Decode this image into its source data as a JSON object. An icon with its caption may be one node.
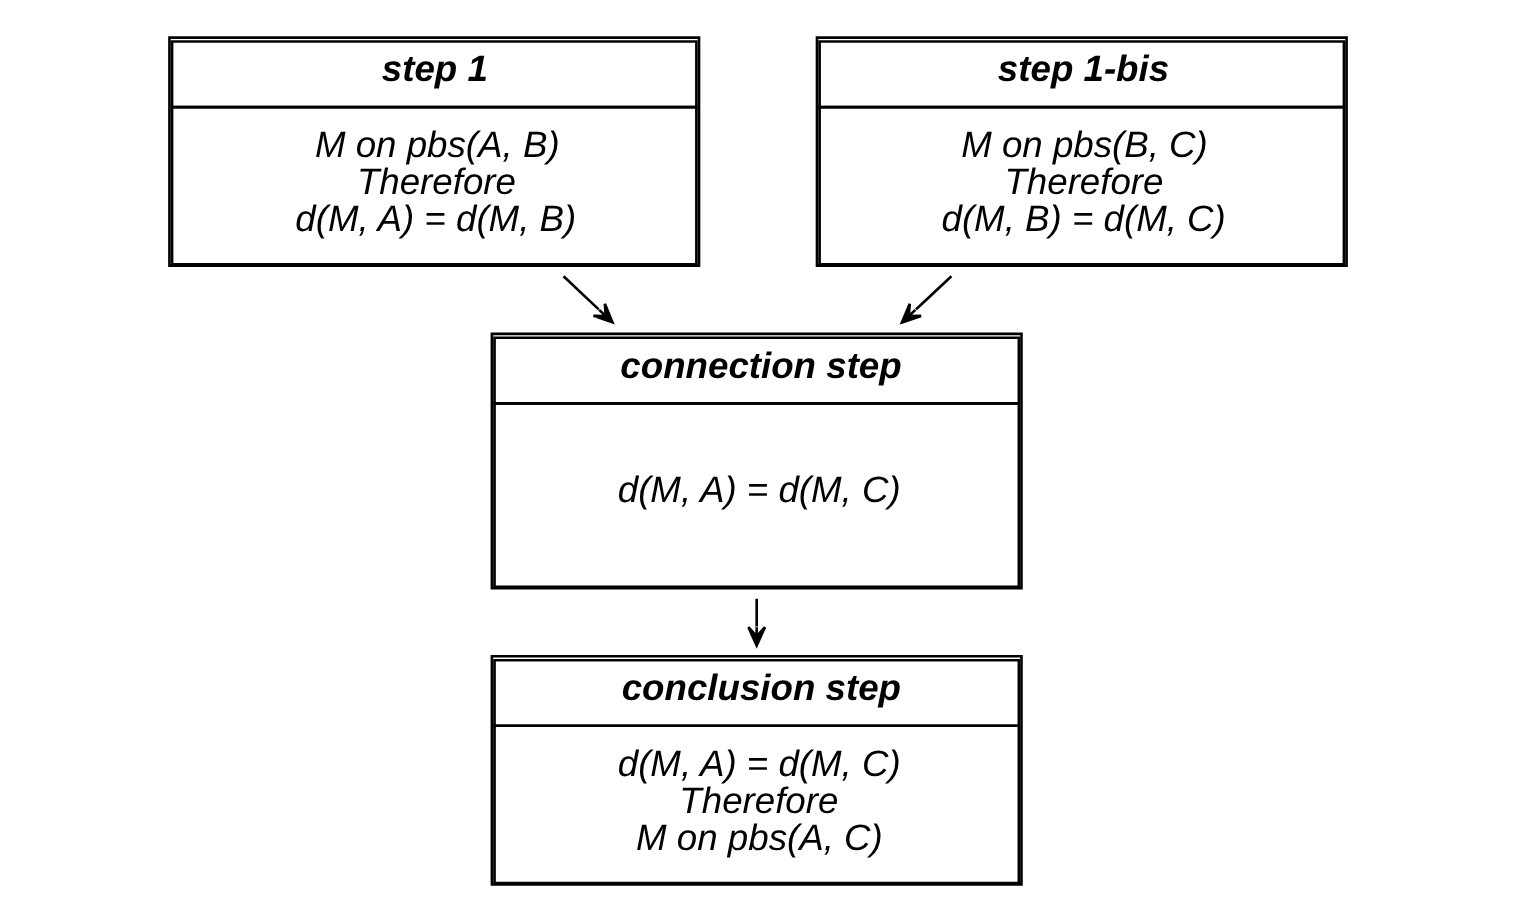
{
  "diagram": {
    "nodes": [
      {
        "text": [
          "step 1",
          "M on pbs(A, B)",
          "Therefore",
          "d(M, A) = d(M, B)"
        ]
      },
      {
        "text": [
          "step 1-bis",
          "M on pbs(B, C)",
          "Therefore",
          "d(M, B) = d(M, C)"
        ]
      },
      {
        "text": [
          "connection step",
          "d(M, A) = d(M, C)"
        ]
      },
      {
        "text": [
          "conclusion step",
          "d(M, A) = d(M, C)",
          "Therefore",
          "M on pbs(A, C)"
        ]
      }
    ],
    "edges": [
      {
        "from": 0,
        "to": 2,
        "arrow": "to"
      },
      {
        "from": 1,
        "to": 2,
        "arrow": "to"
      },
      {
        "from": 2,
        "to": 3,
        "arrow": "to"
      }
    ]
  }
}
